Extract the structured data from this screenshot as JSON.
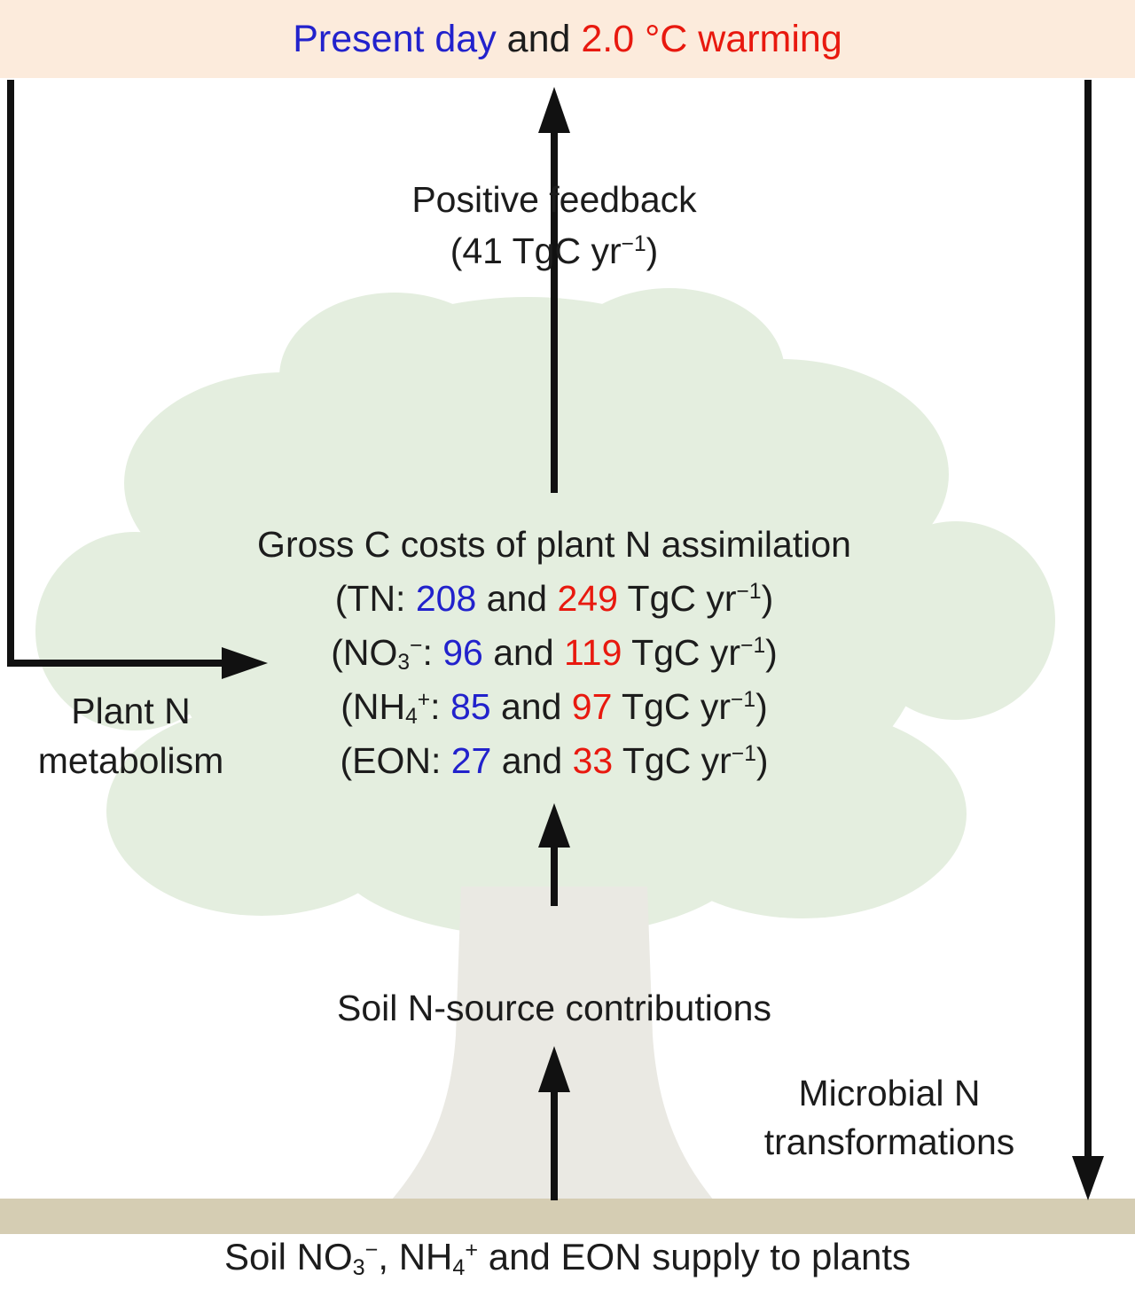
{
  "colors": {
    "blue": "#2222cc",
    "red": "#e8190f",
    "black": "#1c1c1c",
    "banner_bg": "#fcebdc",
    "crown_green": "#e4eedf",
    "trunk_gray": "#eae9e3",
    "soil_tan": "#d5cdb3",
    "arrow_black": "#111111"
  },
  "banner": {
    "segments": [
      {
        "t": "Present day",
        "c": "blue"
      },
      {
        "t": " and "
      },
      {
        "t": "2.0 °C warming",
        "c": "red"
      }
    ]
  },
  "positive_feedback": {
    "title": "Positive feedback",
    "value": [
      {
        "t": "(41 TgC yr"
      },
      {
        "t": "−1",
        "sup": true
      },
      {
        "t": ")"
      }
    ]
  },
  "crown": {
    "title": "Gross C costs of plant N assimilation",
    "lines": {
      "tn": [
        {
          "t": "(TN: "
        },
        {
          "t": "208",
          "c": "blue"
        },
        {
          "t": " and "
        },
        {
          "t": "249",
          "c": "red"
        },
        {
          "t": " TgC yr"
        },
        {
          "t": "−1",
          "sup": true
        },
        {
          "t": ")"
        }
      ],
      "no3": [
        {
          "t": "(NO"
        },
        {
          "t": "3",
          "sub": true
        },
        {
          "t": "−",
          "sup": true
        },
        {
          "t": ": "
        },
        {
          "t": "96",
          "c": "blue"
        },
        {
          "t": " and "
        },
        {
          "t": "119",
          "c": "red"
        },
        {
          "t": " TgC yr"
        },
        {
          "t": "−1",
          "sup": true
        },
        {
          "t": ")"
        }
      ],
      "nh4": [
        {
          "t": "(NH"
        },
        {
          "t": "4",
          "sub": true
        },
        {
          "t": "+",
          "sup": true
        },
        {
          "t": ": "
        },
        {
          "t": "85",
          "c": "blue"
        },
        {
          "t": " and "
        },
        {
          "t": "97",
          "c": "red"
        },
        {
          "t": " TgC yr"
        },
        {
          "t": "−1",
          "sup": true
        },
        {
          "t": ")"
        }
      ],
      "eon": [
        {
          "t": "(EON: "
        },
        {
          "t": "27",
          "c": "blue"
        },
        {
          "t": " and "
        },
        {
          "t": "33",
          "c": "red"
        },
        {
          "t": " TgC yr"
        },
        {
          "t": "−1",
          "sup": true
        },
        {
          "t": ")"
        }
      ]
    }
  },
  "labels": {
    "plant_n": [
      "Plant N",
      "metabolism"
    ],
    "soil_source": "Soil N-source contributions",
    "microbial": [
      "Microbial N",
      "transformations"
    ]
  },
  "soil_supply": {
    "segments": [
      {
        "t": "Soil NO"
      },
      {
        "t": "3",
        "sub": true
      },
      {
        "t": "−",
        "sup": true
      },
      {
        "t": ", NH"
      },
      {
        "t": "4",
        "sub": true
      },
      {
        "t": "+",
        "sup": true
      },
      {
        "t": " and EON supply to plants"
      }
    ]
  }
}
